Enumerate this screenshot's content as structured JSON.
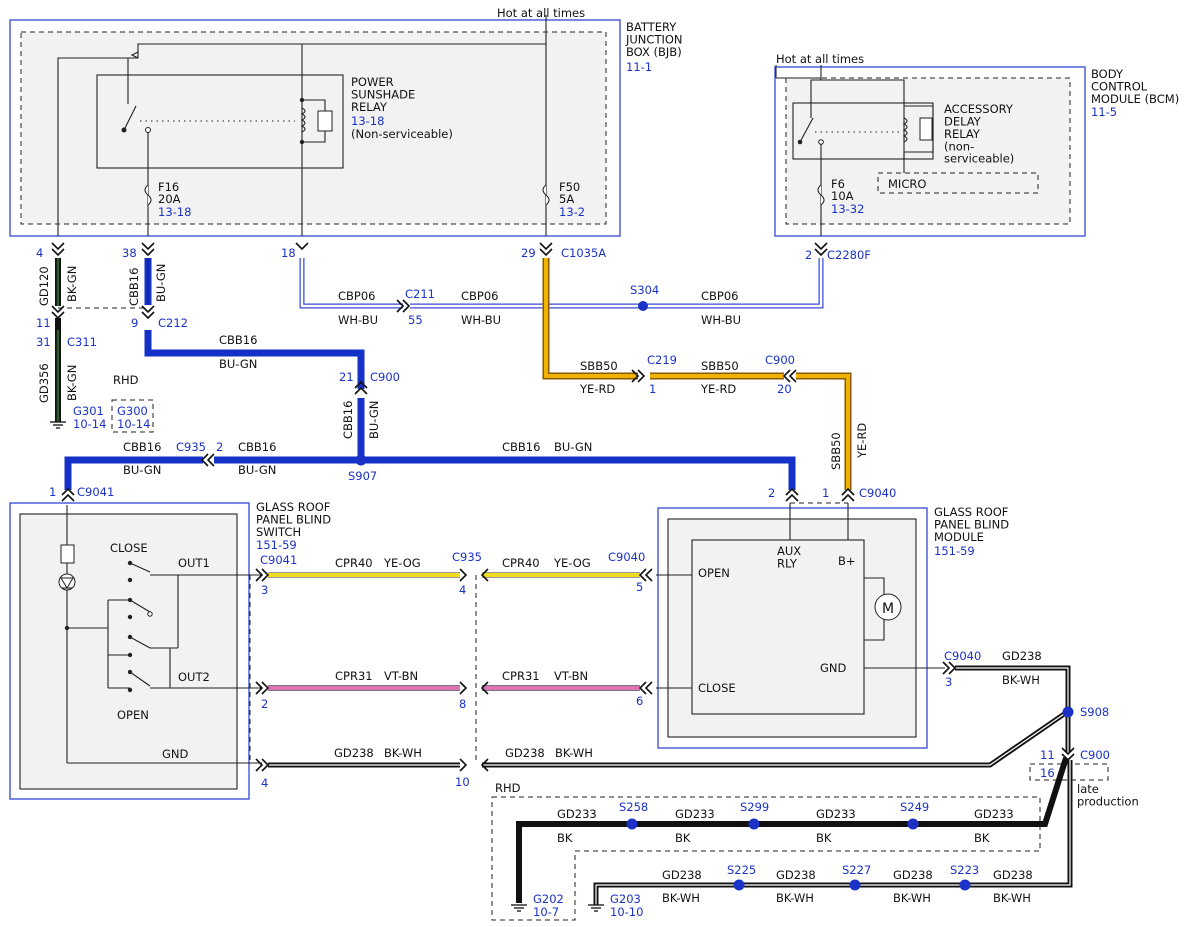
{
  "labels": {
    "hot1": "Hot at all times",
    "hot2": "Hot at all times",
    "rhd1": "RHD",
    "rhd2": "RHD",
    "late": "late\nproduction"
  },
  "components": {
    "bjb": {
      "name": "BATTERY\nJUNCTION\nBOX (BJB)",
      "ref": "11-1"
    },
    "relay": {
      "name": "POWER\nSUNSHADE\nRELAY",
      "ref": "13-18",
      "note": "(Non-serviceable)"
    },
    "bcm": {
      "name": "BODY\nCONTROL\nMODULE (BCM)",
      "ref": "11-5"
    },
    "adr": {
      "name": "ACCESSORY\nDELAY\nRELAY\n(non-\nserviceable)"
    },
    "micro": "MICRO",
    "switch": {
      "name": "GLASS ROOF\nPANEL BLIND\nSWITCH",
      "ref": "151-59",
      "close": "CLOSE",
      "open": "OPEN",
      "out1": "OUT1",
      "out2": "OUT2",
      "gnd": "GND"
    },
    "module": {
      "name": "GLASS ROOF\nPANEL BLIND\nMODULE",
      "ref": "151-59",
      "open": "OPEN",
      "close": "CLOSE",
      "aux": "AUX\nRLY",
      "bplus": "B+",
      "gnd": "GND",
      "motor": "M"
    }
  },
  "fuses": [
    {
      "id": "F16",
      "rating": "20A",
      "ref": "13-18"
    },
    {
      "id": "F50",
      "rating": "5A",
      "ref": "13-2"
    },
    {
      "id": "F6",
      "rating": "10A",
      "ref": "13-32"
    }
  ],
  "connectors": {
    "c1035a": "C1035A",
    "c2280f": "C2280F",
    "c211": "C211",
    "c212": "C212",
    "c311": "C311",
    "c219": "C219",
    "c900a": "C900",
    "c900b": "C900",
    "c900c": "C900",
    "c935a": "C935",
    "c935b": "C935",
    "c9041a": "C9041",
    "c9041b": "C9041",
    "c9040a": "C9040",
    "c9040b": "C9040",
    "c9040c": "C9040"
  },
  "pins": {
    "p4": "4",
    "p38": "38",
    "p18": "18",
    "p29": "29",
    "p2bcm": "2",
    "p11": "11",
    "p9": "9",
    "p31": "31",
    "p55": "55",
    "p1c219": "1",
    "p20": "20",
    "p21": "21",
    "p2c935": "2",
    "p1c9041": "1",
    "p2c9040": "2",
    "p1c9040": "1",
    "p3sw": "3",
    "p2sw": "2",
    "p4sw": "4",
    "p4c935": "4",
    "p8": "8",
    "p10": "10",
    "p5": "5",
    "p6": "6",
    "p3gnd": "3",
    "p11c900": "11",
    "p16": "16"
  },
  "splices": [
    "S304",
    "S907",
    "S908",
    "S258",
    "S299",
    "S249",
    "S225",
    "S227",
    "S223"
  ],
  "grounds": [
    {
      "id": "G301",
      "ref": "10-14"
    },
    {
      "id": "G300",
      "ref": "10-14"
    },
    {
      "id": "G202",
      "ref": "10-7"
    },
    {
      "id": "G203",
      "ref": "10-10"
    }
  ],
  "wire_labels": {
    "gd120": "GD120",
    "bkgn1": "BK-GN",
    "cbb16v1": "CBB16",
    "bugn1": "BU-GN",
    "gd356": "GD356",
    "bkgn2": "BK-GN",
    "cbp06a": "CBP06",
    "cbp06b": "CBP06",
    "cbp06c": "CBP06",
    "whbua": "WH-BU",
    "whbub": "WH-BU",
    "whbuc": "WH-BU",
    "cbb16h1": "CBB16",
    "bugnh1": "BU-GN",
    "cbb16v2": "CBB16",
    "bugnv2": "BU-GN",
    "sbb50a": "SBB50",
    "sbb50b": "SBB50",
    "sbb50v": "SBB50",
    "yerda": "YE-RD",
    "yerdb": "YE-RD",
    "yerdv": "YE-RD",
    "cbb16l1": "CBB16",
    "cbb16l2": "CBB16",
    "cbb16l3": "CBB16",
    "bugnl1": "BU-GN",
    "bugnl2": "BU-GN",
    "bugnl3": "BU-GN",
    "cpr40a": "CPR40",
    "cpr40b": "CPR40",
    "yeoga": "YE-OG",
    "yeogb": "YE-OG",
    "cpr31a": "CPR31",
    "cpr31b": "CPR31",
    "vtbna": "VT-BN",
    "vtbnb": "VT-BN",
    "gd238a": "GD238",
    "gd238b": "GD238",
    "gd238c": "GD238",
    "bkwha": "BK-WH",
    "bkwhb": "BK-WH",
    "bkwhc": "BK-WH",
    "gd233a": "GD233",
    "gd233b": "GD233",
    "gd233c": "GD233",
    "gd233d": "GD233",
    "bka": "BK",
    "bkb": "BK",
    "bkc": "BK",
    "bkd": "BK",
    "gd238d": "GD238",
    "gd238e": "GD238",
    "gd238f": "GD238",
    "gd238g": "GD238",
    "bkwhd": "BK-WH",
    "bkwhe": "BK-WH",
    "bkwhf": "BK-WH",
    "bkwhg": "BK-WH"
  },
  "colors": {
    "ref_blue": "#1a32c8",
    "frame_blue": "#3347d6",
    "bu_gn": "#1432c8",
    "bk_gn": "#1f3d1f",
    "wh_bu": "#3a4ad8",
    "ye_rd": "#f0b400",
    "ye_og": "#f2dc1e",
    "vt_bn": "#e070b8",
    "bk_wh": "#111111"
  }
}
